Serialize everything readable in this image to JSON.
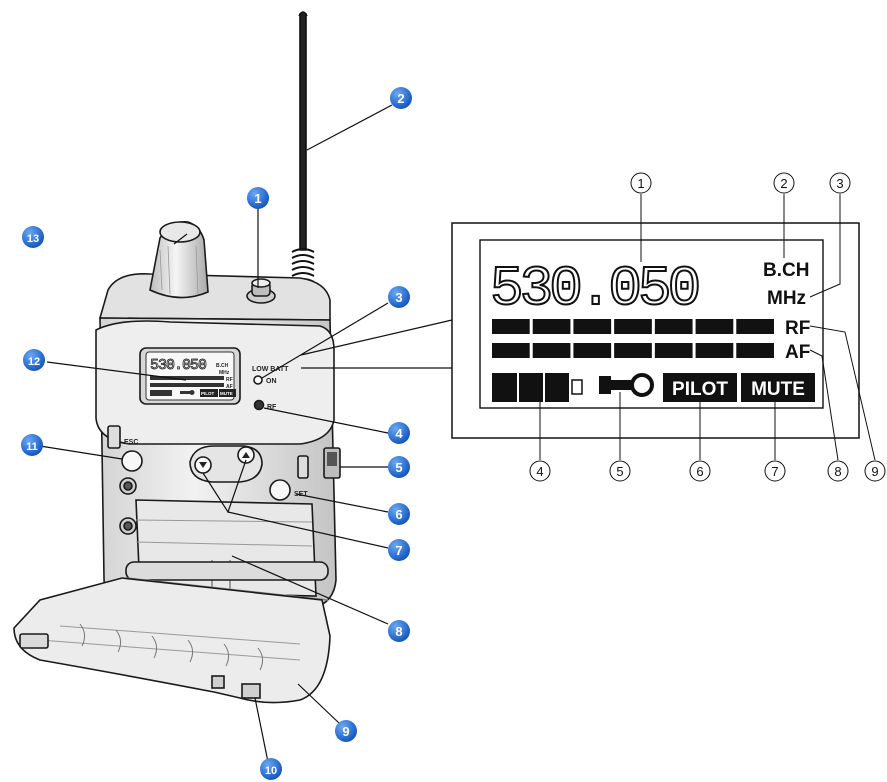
{
  "device": {
    "display_freq": "530.050",
    "bch": "B.CH",
    "mhz": "MHz",
    "rf": "RF",
    "af": "AF",
    "low_batt": "LOW BATT",
    "on": "ON",
    "rf_led": "RF",
    "pilot": "PILOT",
    "mute": "MUTE",
    "esc": "ESC",
    "set": "SET"
  },
  "display_zoom": {
    "frequency": "530.050",
    "bch": "B.CH",
    "mhz": "MHz",
    "rf": "RF",
    "af": "AF",
    "pilot": "PILOT",
    "mute": "MUTE",
    "rf_segments": 7,
    "af_segments": 7
  },
  "callouts": [
    "1",
    "2",
    "3",
    "4",
    "5",
    "6",
    "7",
    "8",
    "9",
    "10",
    "11",
    "12",
    "13"
  ],
  "zoom_callouts": [
    "1",
    "2",
    "3",
    "4",
    "5",
    "6",
    "7",
    "8",
    "9"
  ],
  "colors": {
    "callout_blue": "#1d6fd6",
    "ink": "#111111",
    "body_grey": "#e6e6e6"
  }
}
